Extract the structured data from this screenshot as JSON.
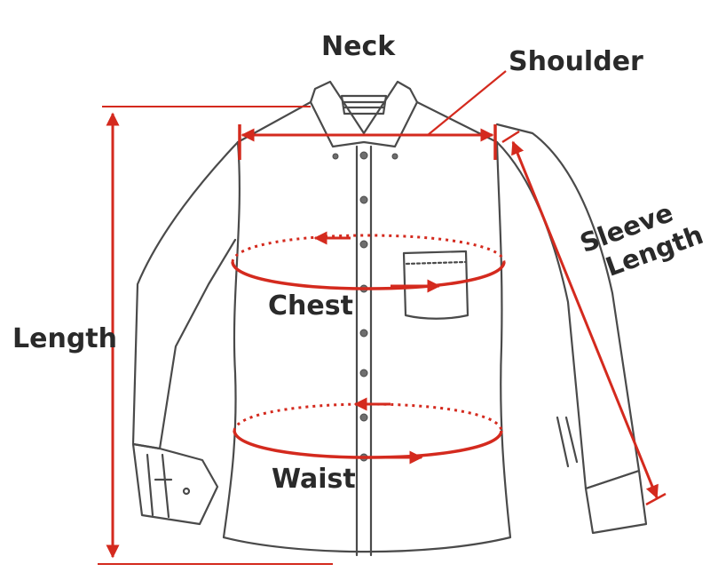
{
  "labels": {
    "neck": "Neck",
    "shoulder": "Shoulder",
    "sleeve_line1": "Sleeve",
    "sleeve_line2": "Length",
    "length": "Length",
    "chest": "Chest",
    "waist": "Waist"
  },
  "icons": {
    "shirt": "shirt-icon",
    "arrow": "double-arrow-icon"
  },
  "colors": {
    "measure": "#d42a1e",
    "outline": "#4a4a4a",
    "label": "#2a2a2a"
  }
}
